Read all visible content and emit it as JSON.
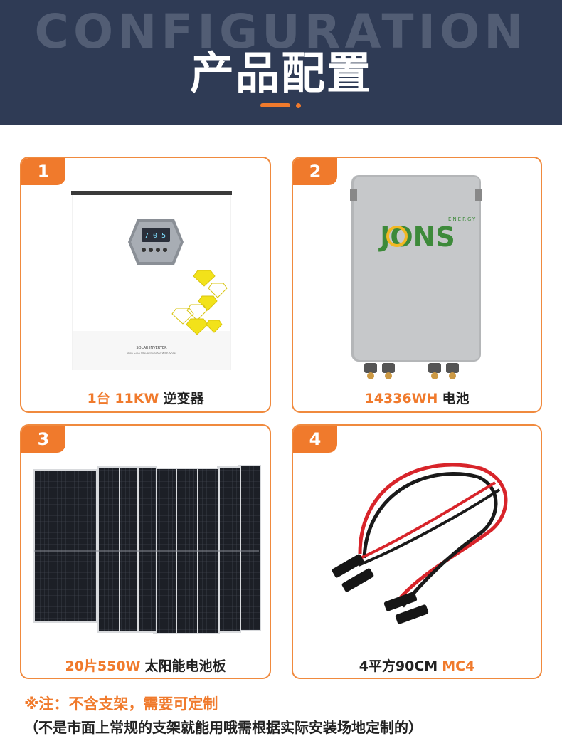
{
  "header": {
    "bg_word": "CONFIGURATION",
    "title": "产品配置",
    "background_color": "#2f3b55",
    "accent_color": "#f07a2c"
  },
  "products": [
    {
      "number": "1",
      "caption_highlight": "1台 11KW",
      "caption_text": "逆变器",
      "image": "solar-inverter-image",
      "image_text_1": "SOLAR INVERTER",
      "image_text_2": "Pure Sine Wave Inverter With Solar"
    },
    {
      "number": "2",
      "caption_highlight": "14336WH",
      "caption_text": "电池",
      "image": "battery-pack-image",
      "brand_main": "JONS",
      "brand_sub": "ENERGY"
    },
    {
      "number": "3",
      "caption_highlight": "20片550W",
      "caption_text": "太阳能电池板",
      "image": "solar-panels-image"
    },
    {
      "number": "4",
      "caption_text": "4平方90CM",
      "caption_highlight": "MC4",
      "image": "mc4-cables-image"
    }
  ],
  "notes": {
    "line1": "※注：不含支架，需要可定制",
    "line2": "（不是市面上常规的支架就能用哦需根据实际安装场地定制的）"
  }
}
